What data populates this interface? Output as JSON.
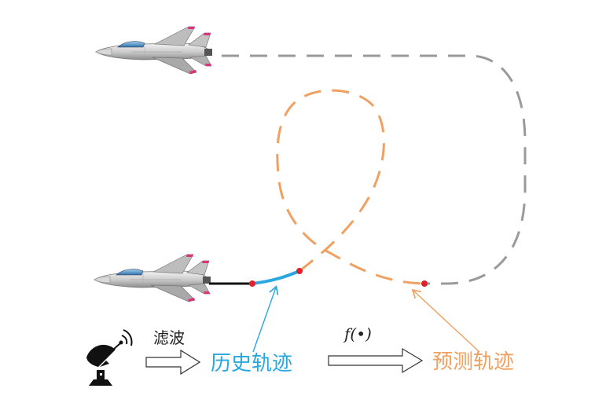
{
  "labels": {
    "filter": "滤波",
    "history": "历史轨迹",
    "function": "f(•)",
    "prediction": "预测轨迹"
  },
  "colors": {
    "history": "#29a8df",
    "prediction": "#f0a060",
    "gray_path": "#9a9a9a",
    "point": "#e0202a",
    "black_path": "#111111",
    "label_black": "#222222"
  },
  "icons": {
    "jet_top": "fighter-jet-icon",
    "jet_bottom": "fighter-jet-icon",
    "radar": "satellite-dish-icon",
    "arrow1": "hollow-right-arrow-icon",
    "arrow2": "hollow-right-arrow-icon"
  }
}
